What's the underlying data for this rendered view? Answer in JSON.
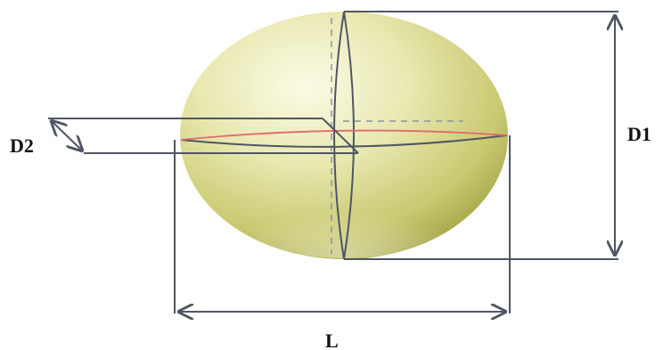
{
  "labels": {
    "d1": "D1",
    "d2": "D2",
    "l": "L"
  },
  "colors": {
    "body_light": "#fbfbe6",
    "body_mid": "#d9d98a",
    "body_dark": "#9a9a3c",
    "dimension_lines": "#4f5663",
    "equator_line": "#e06a6a",
    "hidden_lines": "#8a93a3"
  }
}
